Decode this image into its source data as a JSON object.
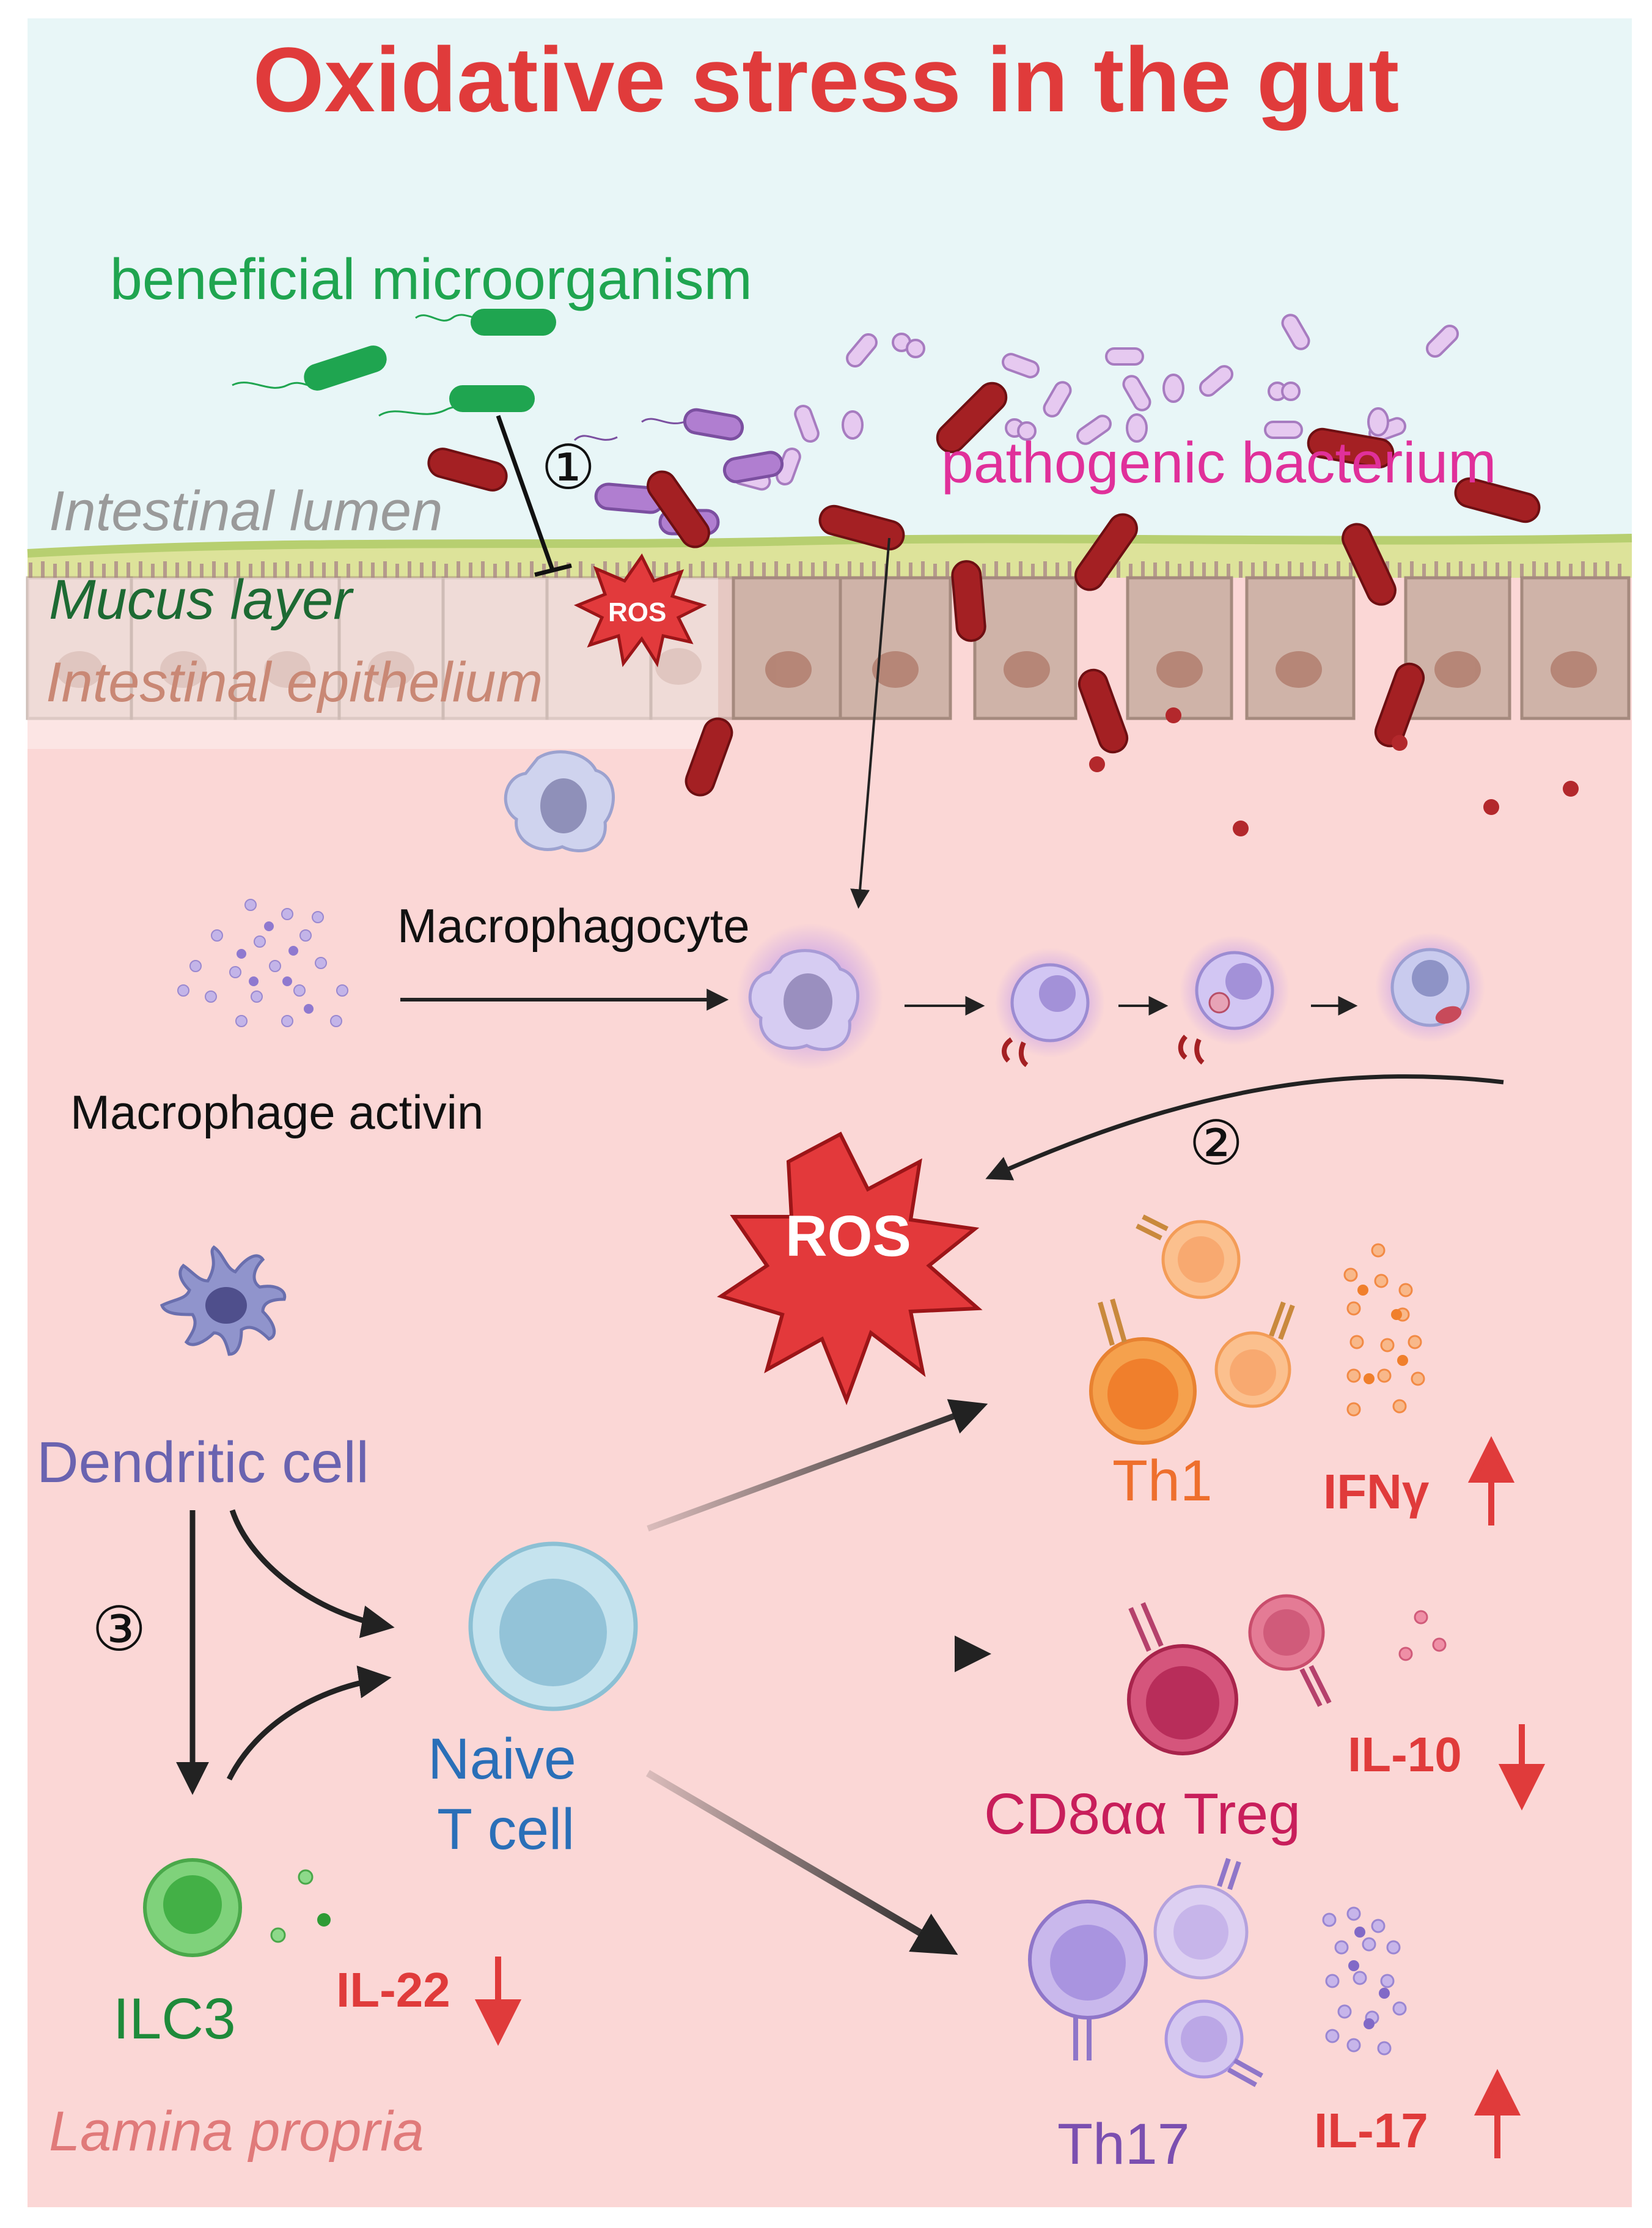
{
  "title": "Oxidative stress in the gut",
  "regions": {
    "lumen": "Intestinal lumen",
    "mucus": "Mucus layer",
    "epithelium": "Intestinal epithelium",
    "lamina": "Lamina propria"
  },
  "microbes": {
    "beneficial": "beneficial microorganism",
    "pathogenic": "pathogenic bacterium"
  },
  "steps": {
    "one": "①",
    "two": "②",
    "three": "③"
  },
  "ros": {
    "small": "ROS",
    "large": "ROS"
  },
  "macrophage": {
    "activin": "Macrophage activin",
    "cell": "Macrophagocyte"
  },
  "cells": {
    "dendritic": "Dendritic cell",
    "naive_line1": "Naive",
    "naive_line2": "T cell",
    "ilc3": "ILC3",
    "th1": "Th1",
    "treg": "CD8αα Treg",
    "th17": "Th17"
  },
  "cytokines": {
    "ifng": "IFNγ",
    "il10": "IL-10",
    "il22": "IL-22",
    "il17": "IL-17"
  },
  "colors": {
    "lumen_bg": "#e8f6f7",
    "tissue_bg": "#fbd7d6",
    "title": "#e03b3b",
    "beneficial": "#1fa550",
    "pathogenic": "#e0309a",
    "dendritic": "#6a63b0",
    "naive": "#2a6fb8",
    "th1": "#ee6f2d",
    "treg": "#c81e5b",
    "th17": "#7b4fb0",
    "ilc3": "#1e8a3a",
    "cytokine": "#e03b3b"
  }
}
